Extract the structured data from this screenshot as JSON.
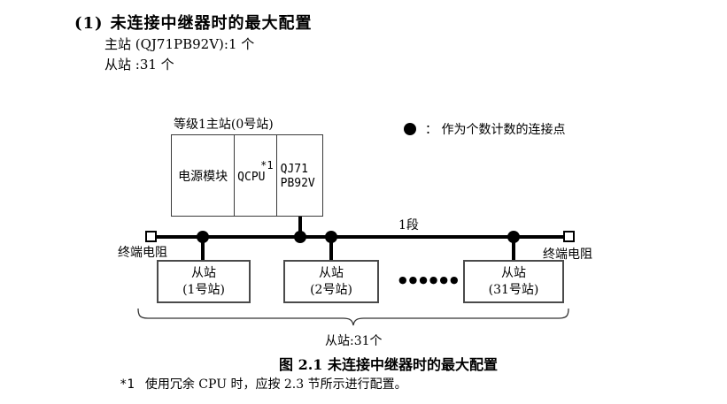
{
  "heading": {
    "number": "(1)",
    "title": "未连接中继器时的最大配置"
  },
  "intro": {
    "master_line": "主站 (QJ71PB92V):1 个",
    "slave_line": "从站 :31 个"
  },
  "diagram": {
    "master_station_label": "等级1主站(0号站)",
    "master_modules": {
      "power": "电源模块",
      "cpu": "QCPU",
      "cpu_note": "*1",
      "intf_line1": "QJ71",
      "intf_line2": "PB92V"
    },
    "legend": {
      "text": "： 作为个数计数的连接点"
    },
    "segment_label": "1段",
    "terminator_left_label": "终端电阻",
    "terminator_right_label": "终端电阻",
    "slaves": [
      {
        "line1": "从站",
        "line2": "(1号站)"
      },
      {
        "line1": "从站",
        "line2": "(2号站)"
      },
      {
        "line1": "从站",
        "line2": "(31号站)"
      }
    ],
    "ellipsis": "●●●●●●",
    "brace_label": "从站:31个"
  },
  "caption": "图 2.1 未连接中继器时的最大配置",
  "footnote": {
    "marker": "*1",
    "text": "使用冗余 CPU 时，应按 2.3 节所示进行配置。"
  },
  "colors": {
    "background": "#ffffff",
    "text": "#000000",
    "line": "#000000",
    "box_border": "#4a4a4a"
  }
}
